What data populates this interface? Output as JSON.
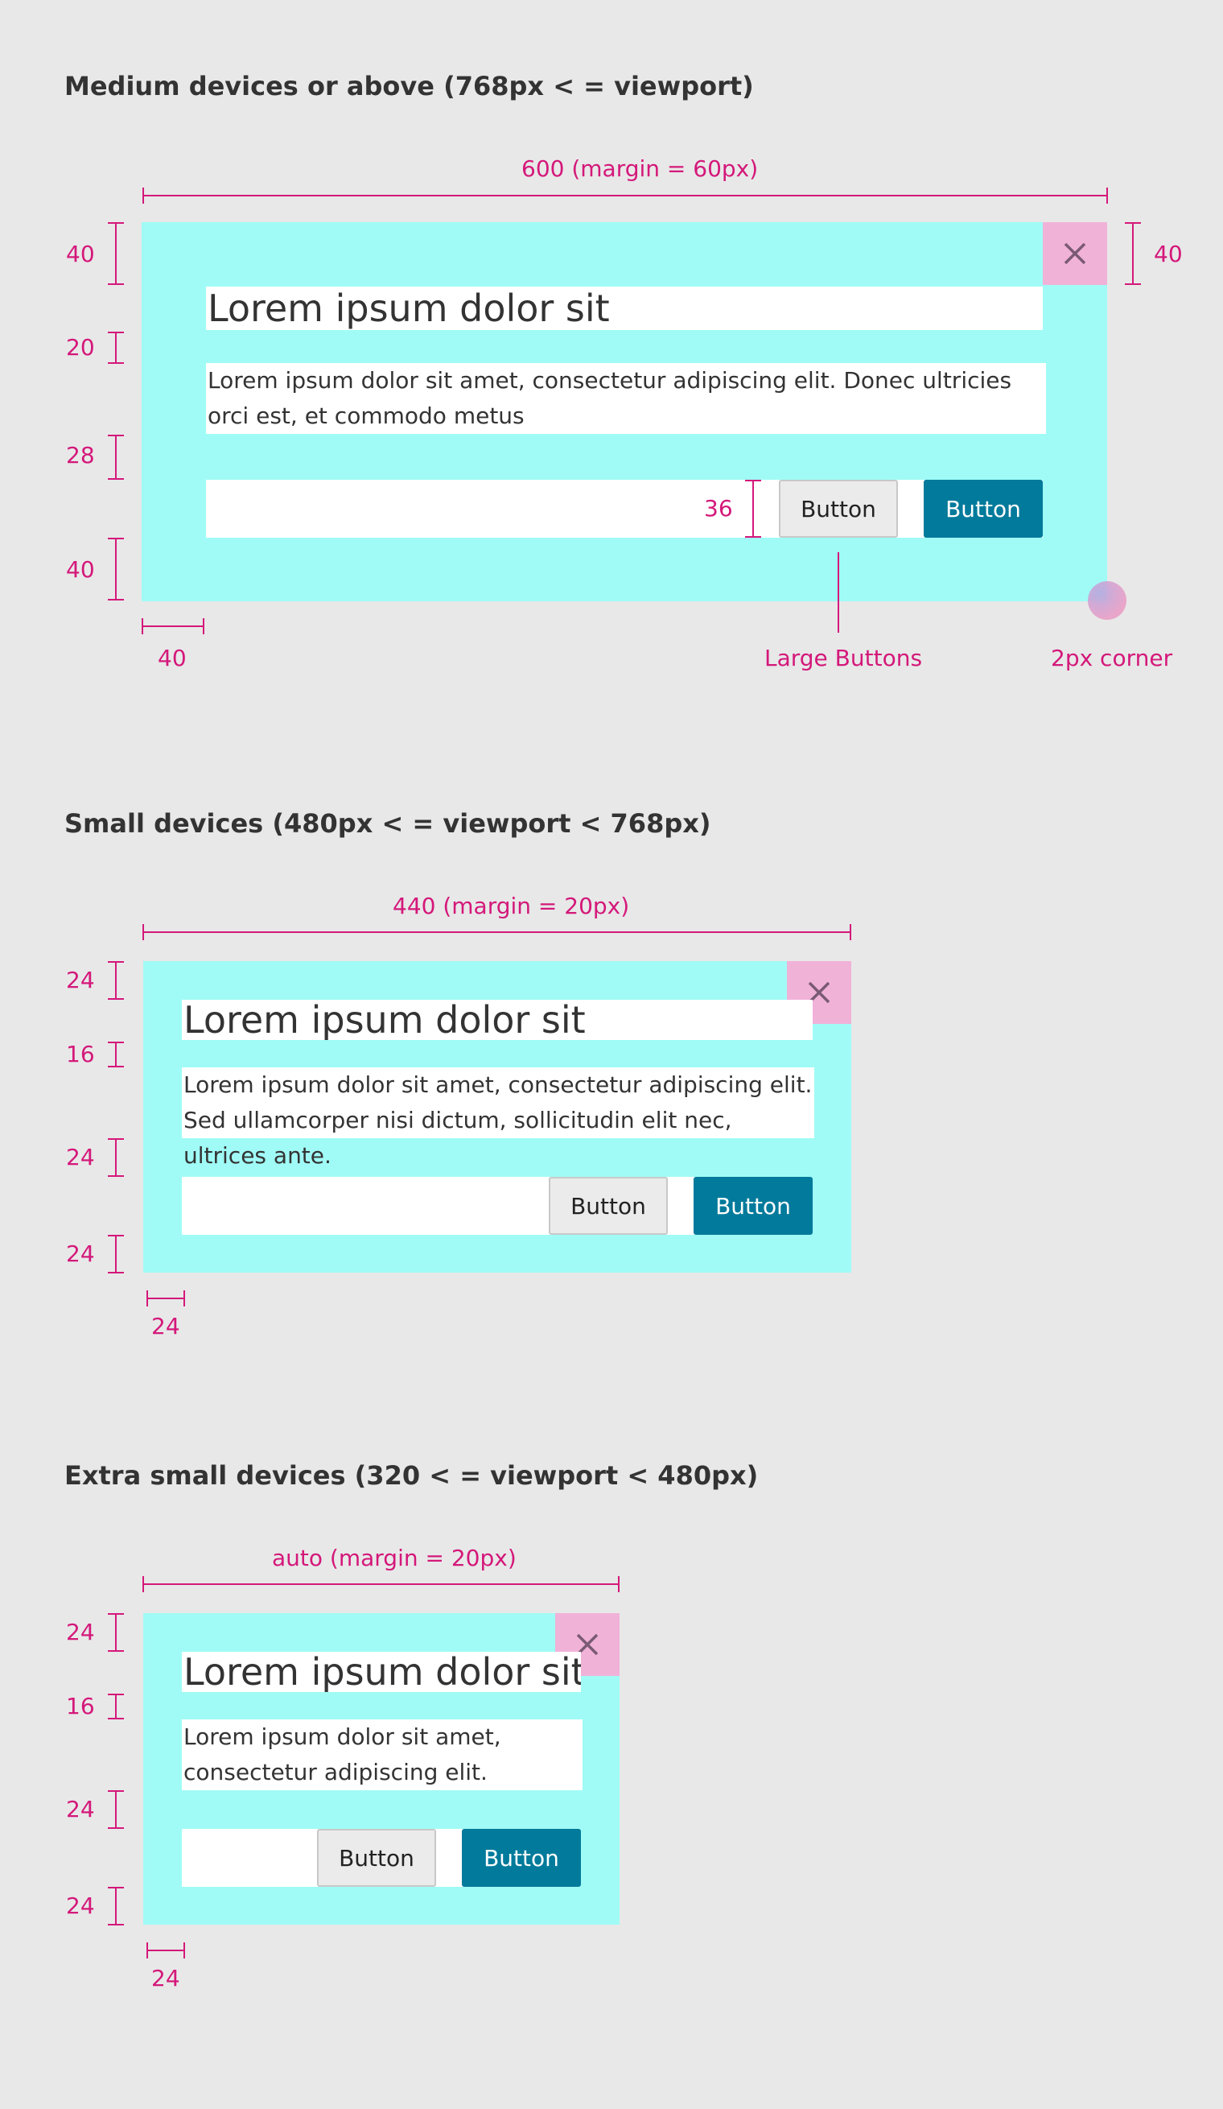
{
  "colors": {
    "background": "#e8e8e8",
    "dialog": "#a0fbf6",
    "close": "#f1b2d8",
    "annotation": "#d4187a",
    "primary_button": "#027a9b",
    "secondary_button": "#ebebeb"
  },
  "medium": {
    "heading": "Medium devices or above (768px < = viewport)",
    "width_label": "600 (margin = 60px)",
    "dims": {
      "top": "40",
      "title_gap": "20",
      "body_gap": "28",
      "bottom": "40",
      "close": "40",
      "padding_left": "40",
      "button_height": "36"
    },
    "title": "Lorem ipsum dolor sit",
    "body": "Lorem ipsum dolor sit amet, consectetur adipiscing elit. Donec ultricies orci est, et commodo metus",
    "button_secondary": "Button",
    "button_primary": "Button",
    "large_buttons_label": "Large Buttons",
    "corner_label": "2px corner",
    "close_icon": "close-icon"
  },
  "small": {
    "heading": "Small devices (480px < = viewport < 768px)",
    "width_label": "440 (margin = 20px)",
    "dims": {
      "top": "24",
      "title_gap": "16",
      "body_gap": "24",
      "bottom": "24",
      "padding_left": "24"
    },
    "title": "Lorem ipsum dolor sit",
    "body": "Lorem ipsum dolor sit amet, consectetur adipiscing elit. Sed ullamcorper nisi dictum, sollicitudin elit nec, ultrices ante.",
    "button_secondary": "Button",
    "button_primary": "Button",
    "close_icon": "close-icon"
  },
  "xsmall": {
    "heading": "Extra small devices (320 < = viewport < 480px)",
    "width_label": "auto (margin = 20px)",
    "dims": {
      "top": "24",
      "title_gap": "16",
      "body_gap": "24",
      "bottom": "24",
      "padding_left": "24"
    },
    "title": "Lorem ipsum dolor sit",
    "body": "Lorem ipsum dolor sit amet, consectetur adipiscing elit.",
    "button_secondary": "Button",
    "button_primary": "Button",
    "close_icon": "close-icon"
  }
}
